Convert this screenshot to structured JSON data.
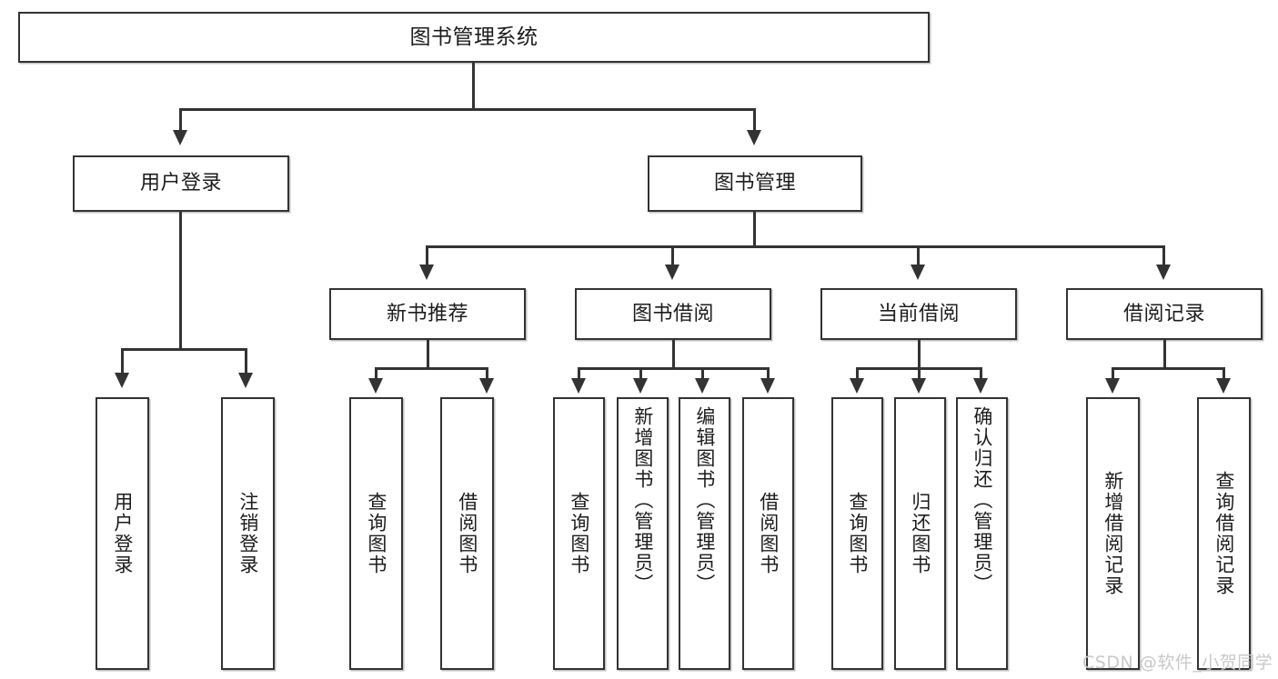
{
  "diagram": {
    "title": "图书管理系统",
    "type": "tree-hierarchy",
    "watermark": "CSDN @软件_小贺同学",
    "colors": {
      "stroke": "#333333",
      "fill": "#ffffff",
      "text": "#1c1c1c",
      "watermark": "#c9c9c9"
    },
    "root": {
      "label": "图书管理系统"
    },
    "level2": [
      {
        "label": "用户登录"
      },
      {
        "label": "图书管理"
      }
    ],
    "level3": [
      {
        "label": "新书推荐"
      },
      {
        "label": "图书借阅"
      },
      {
        "label": "当前借阅"
      },
      {
        "label": "借阅记录"
      }
    ],
    "leaves": {
      "user_login": [
        {
          "label": "用户登录"
        },
        {
          "label": "注销登录"
        }
      ],
      "new_book_recommend": [
        {
          "label": "查询图书"
        },
        {
          "label": "借阅图书"
        }
      ],
      "book_borrow": [
        {
          "label": "查询图书"
        },
        {
          "label": "新增图书（管理员）"
        },
        {
          "label": "编辑图书（管理员）"
        },
        {
          "label": "借阅图书"
        }
      ],
      "current_borrow": [
        {
          "label": "查询图书"
        },
        {
          "label": "归还图书"
        },
        {
          "label": "确认归还（管理员）"
        }
      ],
      "borrow_record": [
        {
          "label": "新增借阅记录"
        },
        {
          "label": "查询借阅记录"
        }
      ]
    }
  }
}
